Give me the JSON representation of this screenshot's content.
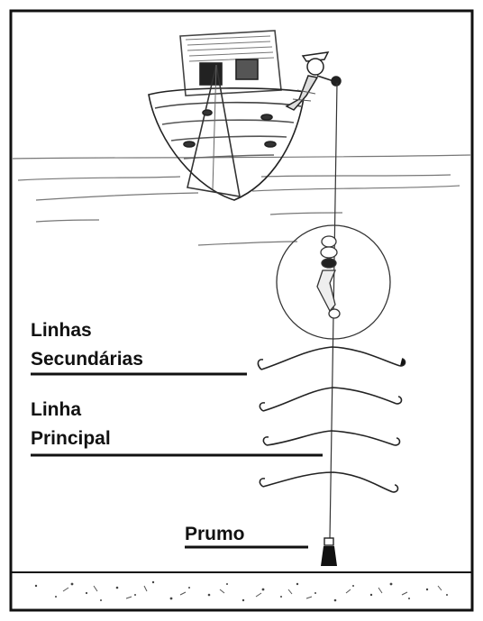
{
  "labels": {
    "secondary_lines_1": "Linhas",
    "secondary_lines_2": "Secundárias",
    "main_line_1": "Linha",
    "main_line_2": "Principal",
    "sinker": "Prumo"
  },
  "colors": {
    "ink": "#1a1a1a",
    "pencil": "#555555",
    "paper": "#ffffff"
  }
}
